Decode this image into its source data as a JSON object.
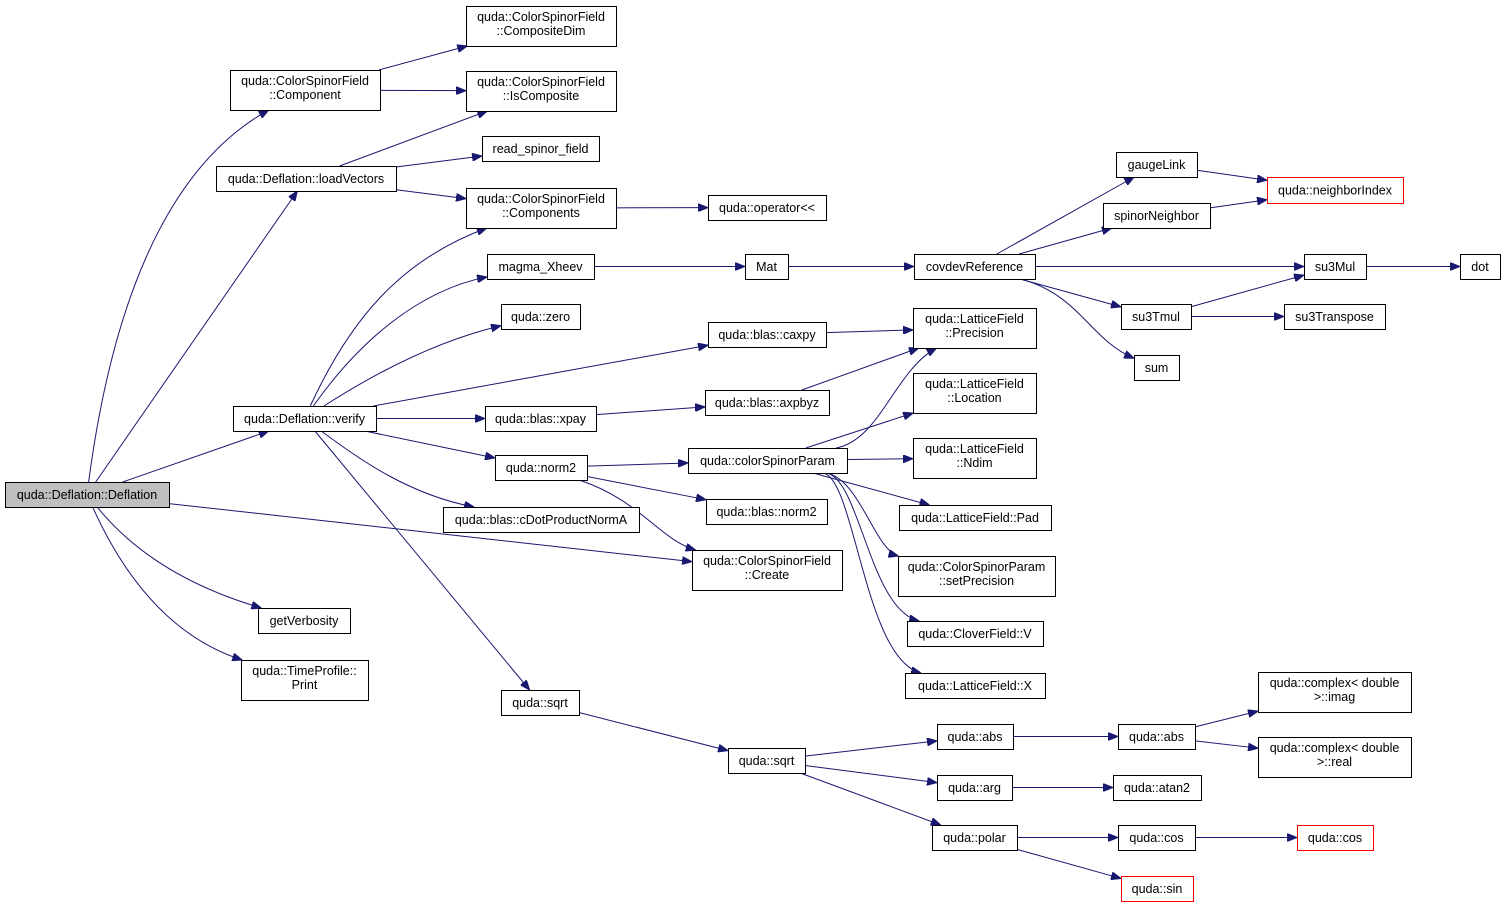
{
  "graph": {
    "nodes": [
      {
        "id": "deflation_ctor",
        "lines": [
          "quda::Deflation::Deflation"
        ],
        "style": "root"
      },
      {
        "id": "csf_component",
        "lines": [
          "quda::ColorSpinorField",
          "::Component"
        ]
      },
      {
        "id": "load_vectors",
        "lines": [
          "quda::Deflation::loadVectors"
        ]
      },
      {
        "id": "verify",
        "lines": [
          "quda::Deflation::verify"
        ]
      },
      {
        "id": "csf_create",
        "lines": [
          "quda::ColorSpinorField",
          "::Create"
        ]
      },
      {
        "id": "get_verbosity",
        "lines": [
          "getVerbosity"
        ]
      },
      {
        "id": "timeprofile_print",
        "lines": [
          "quda::TimeProfile::",
          "Print"
        ]
      },
      {
        "id": "csf_compositedim",
        "lines": [
          "quda::ColorSpinorField",
          "::CompositeDim"
        ]
      },
      {
        "id": "csf_iscomposite",
        "lines": [
          "quda::ColorSpinorField",
          "::IsComposite"
        ]
      },
      {
        "id": "read_spinor_field",
        "lines": [
          "read_spinor_field"
        ]
      },
      {
        "id": "csf_components",
        "lines": [
          "quda::ColorSpinorField",
          "::Components"
        ]
      },
      {
        "id": "operator_lshift",
        "lines": [
          "quda::operator<<"
        ]
      },
      {
        "id": "magma_xheev",
        "lines": [
          "magma_Xheev"
        ]
      },
      {
        "id": "quda_zero",
        "lines": [
          "quda::zero"
        ]
      },
      {
        "id": "blas_caxpy",
        "lines": [
          "quda::blas::caxpy"
        ]
      },
      {
        "id": "blas_xpay",
        "lines": [
          "quda::blas::xpay"
        ]
      },
      {
        "id": "blas_axpbyz",
        "lines": [
          "quda::blas::axpbyz"
        ]
      },
      {
        "id": "quda_norm2",
        "lines": [
          "quda::norm2"
        ]
      },
      {
        "id": "color_spinor_param",
        "lines": [
          "quda::colorSpinorParam"
        ]
      },
      {
        "id": "cdot_norma",
        "lines": [
          "quda::blas::cDotProductNormA"
        ]
      },
      {
        "id": "blas_norm2",
        "lines": [
          "quda::blas::norm2"
        ]
      },
      {
        "id": "sqrt1",
        "lines": [
          "quda::sqrt"
        ]
      },
      {
        "id": "sqrt2",
        "lines": [
          "quda::sqrt"
        ]
      },
      {
        "id": "mat",
        "lines": [
          "Mat"
        ]
      },
      {
        "id": "covdev_reference",
        "lines": [
          "covdevReference"
        ]
      },
      {
        "id": "gauge_link",
        "lines": [
          "gaugeLink"
        ]
      },
      {
        "id": "spinor_neighbor",
        "lines": [
          "spinorNeighbor"
        ]
      },
      {
        "id": "neighbor_index",
        "lines": [
          "quda::neighborIndex"
        ],
        "style": "red"
      },
      {
        "id": "su3mul",
        "lines": [
          "su3Mul"
        ]
      },
      {
        "id": "dot",
        "lines": [
          "dot"
        ]
      },
      {
        "id": "su3tmul",
        "lines": [
          "su3Tmul"
        ]
      },
      {
        "id": "su3transpose",
        "lines": [
          "su3Transpose"
        ]
      },
      {
        "id": "sum",
        "lines": [
          "sum"
        ]
      },
      {
        "id": "lf_precision",
        "lines": [
          "quda::LatticeField",
          "::Precision"
        ]
      },
      {
        "id": "lf_location",
        "lines": [
          "quda::LatticeField",
          "::Location"
        ]
      },
      {
        "id": "lf_ndim",
        "lines": [
          "quda::LatticeField",
          "::Ndim"
        ]
      },
      {
        "id": "lf_pad",
        "lines": [
          "quda::LatticeField::Pad"
        ]
      },
      {
        "id": "csp_setprecision",
        "lines": [
          "quda::ColorSpinorParam",
          "::setPrecision"
        ]
      },
      {
        "id": "cloverfield_v",
        "lines": [
          "quda::CloverField::V"
        ]
      },
      {
        "id": "lf_x",
        "lines": [
          "quda::LatticeField::X"
        ]
      },
      {
        "id": "abs1",
        "lines": [
          "quda::abs"
        ]
      },
      {
        "id": "abs2",
        "lines": [
          "quda::abs"
        ]
      },
      {
        "id": "complex_imag",
        "lines": [
          "quda::complex< double",
          ">::imag"
        ]
      },
      {
        "id": "complex_real",
        "lines": [
          "quda::complex< double",
          ">::real"
        ]
      },
      {
        "id": "quda_arg",
        "lines": [
          "quda::arg"
        ]
      },
      {
        "id": "quda_atan2",
        "lines": [
          "quda::atan2"
        ]
      },
      {
        "id": "quda_polar",
        "lines": [
          "quda::polar"
        ]
      },
      {
        "id": "cos1",
        "lines": [
          "quda::cos"
        ]
      },
      {
        "id": "cos2",
        "lines": [
          "quda::cos"
        ],
        "style": "red"
      },
      {
        "id": "quda_sin",
        "lines": [
          "quda::sin"
        ],
        "style": "red"
      }
    ],
    "edges": [
      [
        "deflation_ctor",
        "csf_component"
      ],
      [
        "deflation_ctor",
        "load_vectors"
      ],
      [
        "deflation_ctor",
        "verify"
      ],
      [
        "deflation_ctor",
        "csf_create"
      ],
      [
        "deflation_ctor",
        "get_verbosity"
      ],
      [
        "deflation_ctor",
        "timeprofile_print"
      ],
      [
        "csf_component",
        "csf_compositedim"
      ],
      [
        "csf_component",
        "csf_iscomposite"
      ],
      [
        "load_vectors",
        "csf_iscomposite"
      ],
      [
        "load_vectors",
        "read_spinor_field"
      ],
      [
        "load_vectors",
        "csf_components"
      ],
      [
        "csf_components",
        "operator_lshift"
      ],
      [
        "verify",
        "csf_components"
      ],
      [
        "verify",
        "magma_xheev"
      ],
      [
        "verify",
        "quda_zero"
      ],
      [
        "verify",
        "blas_caxpy"
      ],
      [
        "verify",
        "blas_xpay"
      ],
      [
        "verify",
        "quda_norm2"
      ],
      [
        "verify",
        "cdot_norma"
      ],
      [
        "verify",
        "sqrt1"
      ],
      [
        "magma_xheev",
        "mat"
      ],
      [
        "mat",
        "covdev_reference"
      ],
      [
        "covdev_reference",
        "gauge_link"
      ],
      [
        "covdev_reference",
        "spinor_neighbor"
      ],
      [
        "covdev_reference",
        "su3mul"
      ],
      [
        "covdev_reference",
        "su3tmul"
      ],
      [
        "covdev_reference",
        "sum"
      ],
      [
        "gauge_link",
        "neighbor_index"
      ],
      [
        "spinor_neighbor",
        "neighbor_index"
      ],
      [
        "su3mul",
        "dot"
      ],
      [
        "su3tmul",
        "su3mul"
      ],
      [
        "su3tmul",
        "su3transpose"
      ],
      [
        "blas_caxpy",
        "lf_precision"
      ],
      [
        "blas_xpay",
        "blas_axpbyz"
      ],
      [
        "blas_axpbyz",
        "lf_precision"
      ],
      [
        "quda_norm2",
        "color_spinor_param"
      ],
      [
        "quda_norm2",
        "blas_norm2"
      ],
      [
        "quda_norm2",
        "csf_create"
      ],
      [
        "color_spinor_param",
        "lf_precision"
      ],
      [
        "color_spinor_param",
        "lf_location"
      ],
      [
        "color_spinor_param",
        "lf_ndim"
      ],
      [
        "color_spinor_param",
        "lf_pad"
      ],
      [
        "color_spinor_param",
        "csp_setprecision"
      ],
      [
        "color_spinor_param",
        "cloverfield_v"
      ],
      [
        "color_spinor_param",
        "lf_x"
      ],
      [
        "sqrt1",
        "sqrt2"
      ],
      [
        "sqrt2",
        "abs1"
      ],
      [
        "sqrt2",
        "quda_arg"
      ],
      [
        "sqrt2",
        "quda_polar"
      ],
      [
        "abs1",
        "abs2"
      ],
      [
        "abs2",
        "complex_imag"
      ],
      [
        "abs2",
        "complex_real"
      ],
      [
        "quda_arg",
        "quda_atan2"
      ],
      [
        "quda_polar",
        "cos1"
      ],
      [
        "quda_polar",
        "quda_sin"
      ],
      [
        "cos1",
        "cos2"
      ]
    ]
  }
}
